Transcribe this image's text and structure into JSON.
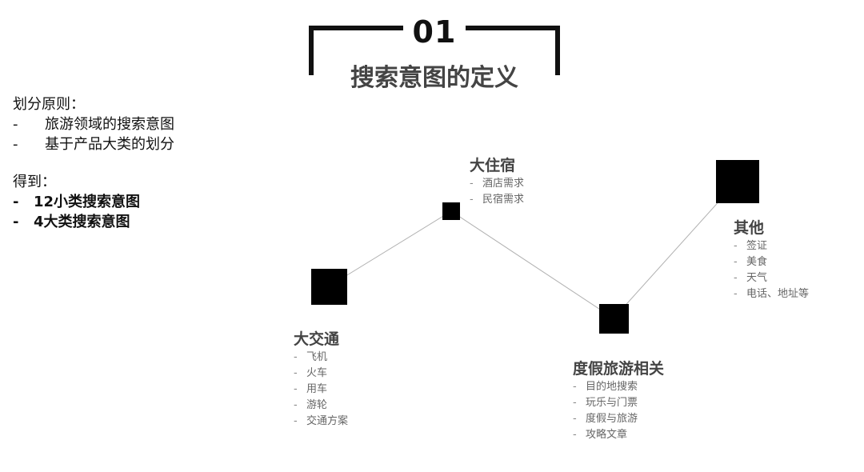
{
  "title": {
    "number": "01",
    "text": "搜索意图的定义"
  },
  "principles": {
    "heading": "划分原则：",
    "items": [
      "旅游领域的搜索意图",
      "基于产品大类的划分"
    ],
    "result_heading": "得到：",
    "results": [
      "12小类搜索意图",
      "4大类搜索意图"
    ],
    "dash": "-"
  },
  "categories": {
    "transport": {
      "title": "大交通",
      "items": [
        "飞机",
        "火车",
        "用车",
        "游轮",
        "交通方案"
      ]
    },
    "lodging": {
      "title": "大住宿",
      "items": [
        "酒店需求",
        "民宿需求"
      ]
    },
    "vacation": {
      "title": "度假旅游相关",
      "items": [
        "目的地搜索",
        "玩乐与门票",
        "度假与旅游",
        "攻略文章"
      ]
    },
    "other": {
      "title": "其他",
      "items": [
        "签证",
        "美食",
        "天气",
        "电话、地址等"
      ]
    }
  },
  "colors": {
    "line": "#b0b0b0",
    "node": "#000000",
    "title_text": "#444444",
    "item_text": "#666666"
  }
}
